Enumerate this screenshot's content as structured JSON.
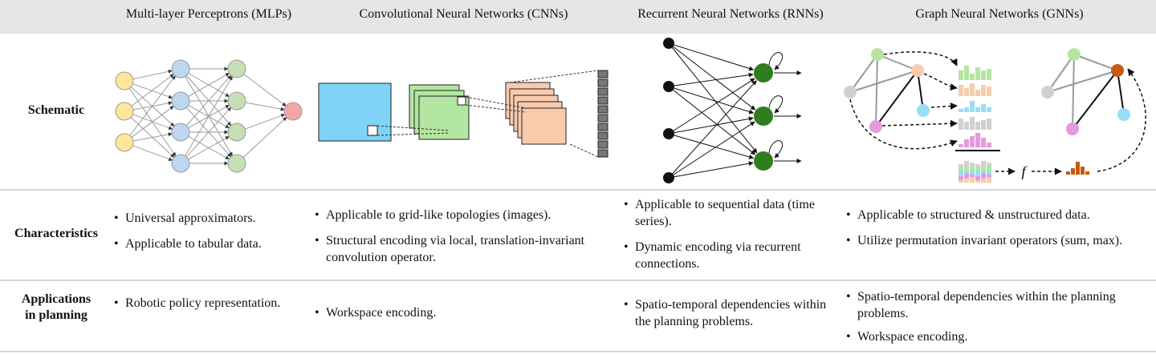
{
  "headers": {
    "mlp": "Multi-layer Perceptrons (MLPs)",
    "cnn": "Convolutional Neural Networks (CNNs)",
    "rnn": "Recurrent Neural Networks (RNNs)",
    "gnn": "Graph Neural Networks (GNNs)"
  },
  "rows": {
    "schematic": "Schematic",
    "characteristics": "Characteristics",
    "applications_line1": "Applications",
    "applications_line2": "in planning"
  },
  "characteristics": {
    "mlp": [
      "Universal approximators.",
      "Applicable to tabular data."
    ],
    "cnn": [
      "Applicable to grid-like topologies (images).",
      "Structural encoding via local, translation-invariant convolution operator."
    ],
    "rnn": [
      "Applicable to sequential data (time series).",
      "Dynamic encoding via recurrent connections."
    ],
    "gnn": [
      "Applicable to structured & unstructured data.",
      "Utilize permutation invariant operators (sum, max)."
    ]
  },
  "applications": {
    "mlp": [
      "Robotic policy representation."
    ],
    "cnn": [
      "Workspace encoding."
    ],
    "rnn": [
      "Spatio-temporal dependencies within the planning problems."
    ],
    "gnn": [
      "Spatio-temporal dependencies within the planning problems.",
      "Workspace encoding."
    ]
  },
  "gnn_function_label": "f",
  "colors": {
    "header_bg": "#e6e6e6",
    "mlp_input": "#ffe699",
    "mlp_hidden1": "#bdd7ee",
    "mlp_hidden2": "#c5e0b4",
    "mlp_output": "#f4a6a6",
    "cnn_blue": "#7fd3f5",
    "cnn_green": "#b3e6a1",
    "cnn_orange": "#f8cbad",
    "rnn_node": "#2e7d1e",
    "gnn_green": "#b7e4a1",
    "gnn_orange": "#f8cbad",
    "gnn_blue": "#99dcf7",
    "gnn_gray": "#d0d0d0",
    "gnn_pink": "#e59adf",
    "gnn_dark_orange": "#c55a11"
  }
}
